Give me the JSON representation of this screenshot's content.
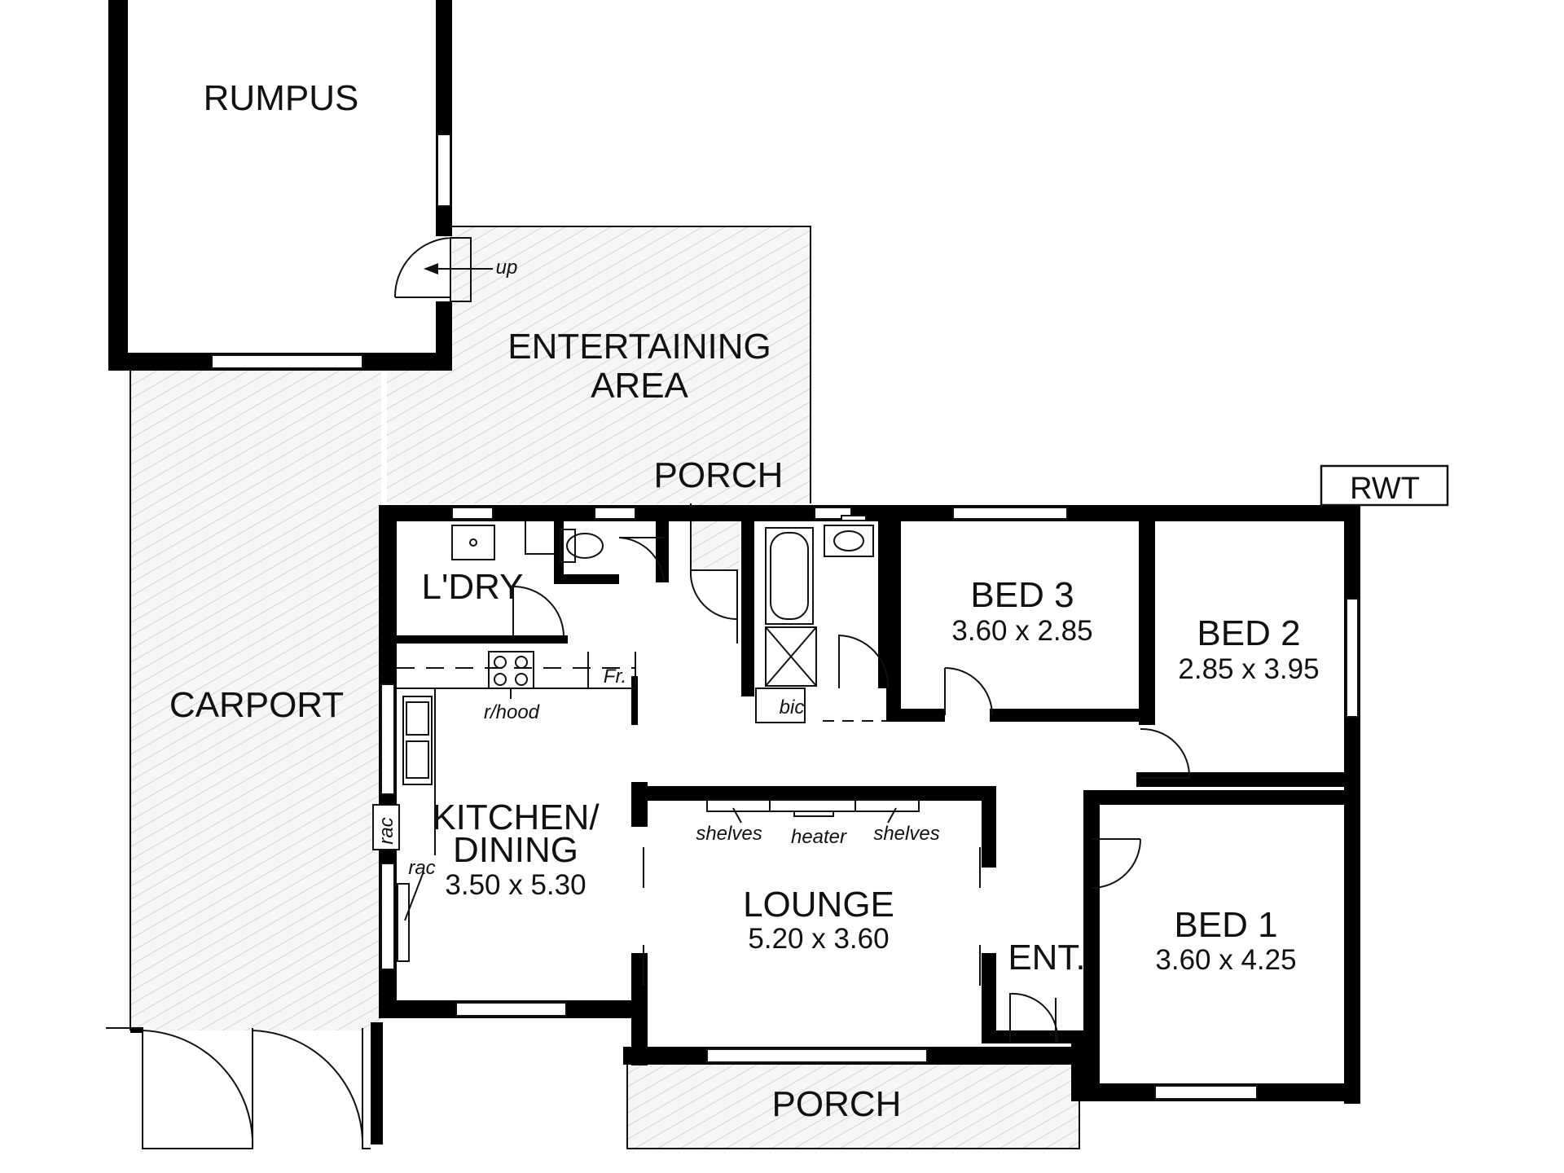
{
  "floorplan": {
    "rooms": {
      "rumpus": {
        "name": "RUMPUS"
      },
      "entertaining": {
        "line1": "ENTERTAINING",
        "line2": "AREA"
      },
      "porch_rear": {
        "name": "PORCH"
      },
      "rwt": {
        "name": "RWT"
      },
      "laundry": {
        "name": "L'DRY"
      },
      "bed3": {
        "name": "BED 3",
        "dims": "3.60 x 2.85"
      },
      "bed2": {
        "name": "BED 2",
        "dims": "2.85 x 3.95"
      },
      "carport": {
        "name": "CARPORT"
      },
      "kitchen": {
        "line1": "KITCHEN/",
        "line2": "DINING",
        "dims": "3.50 x 5.30"
      },
      "lounge": {
        "name": "LOUNGE",
        "dims": "5.20 x 3.60"
      },
      "entry": {
        "name": "ENT."
      },
      "bed1": {
        "name": "BED 1",
        "dims": "3.60 x 4.25"
      },
      "porch_front": {
        "name": "PORCH"
      }
    },
    "fixtures": {
      "up": "up",
      "fridge": "Fr.",
      "rangehood": "r/hood",
      "bic": "bic",
      "rac_wall": "rac",
      "rac_floor": "rac",
      "shelves_left": "shelves",
      "heater": "heater",
      "shelves_right": "shelves"
    },
    "colors": {
      "wall": "#000000",
      "background": "#ffffff",
      "paving_hatch": "#c8c8c8"
    }
  }
}
